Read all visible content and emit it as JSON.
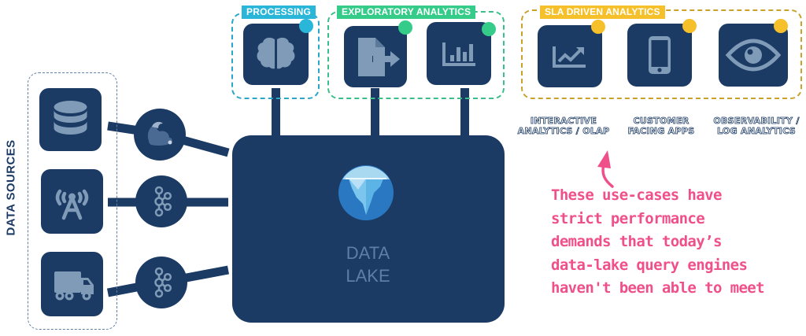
{
  "data_sources": {
    "title": "DATA SOURCES",
    "items": [
      {
        "icon": "database-icon",
        "connector_icon": "squirrel-flink-icon"
      },
      {
        "icon": "antenna-tower-icon",
        "connector_icon": "kafka-icon"
      },
      {
        "icon": "truck-icon",
        "connector_icon": "kafka-icon"
      }
    ]
  },
  "data_lake": {
    "title_line1": "DATA",
    "title_line2": "LAKE",
    "icon": "iceberg-icon"
  },
  "groups": [
    {
      "label": "PROCESSING",
      "color": "#29b6d8",
      "items": [
        {
          "icon": "brain-icon"
        }
      ]
    },
    {
      "label": "EXPLORATORY ANALYTICS",
      "color": "#35cc8a",
      "items": [
        {
          "icon": "file-export-icon"
        },
        {
          "icon": "bar-chart-icon"
        }
      ]
    },
    {
      "label": "SLA DRIVEN ANALYTICS",
      "color": "#f5c02a",
      "items": [
        {
          "icon": "trend-chart-icon",
          "label_line1": "INTERACTIVE",
          "label_line2": "ANALYTICS / OLAP"
        },
        {
          "icon": "smartphone-icon",
          "label_line1": "CUSTOMER",
          "label_line2": "FACING APPS"
        },
        {
          "icon": "eye-icon",
          "label_line1": "OBSERVABILITY /",
          "label_line2": "LOG ANALYTICS"
        }
      ]
    }
  ],
  "annotation": {
    "text": "These use-cases have\nstrict performance\ndemands that today’s\ndata-lake query engines\nhaven't been able to meet",
    "color": "#f0508a"
  },
  "colors": {
    "navy": "#1b3a64",
    "icon_gray": "#7f9bb8"
  }
}
